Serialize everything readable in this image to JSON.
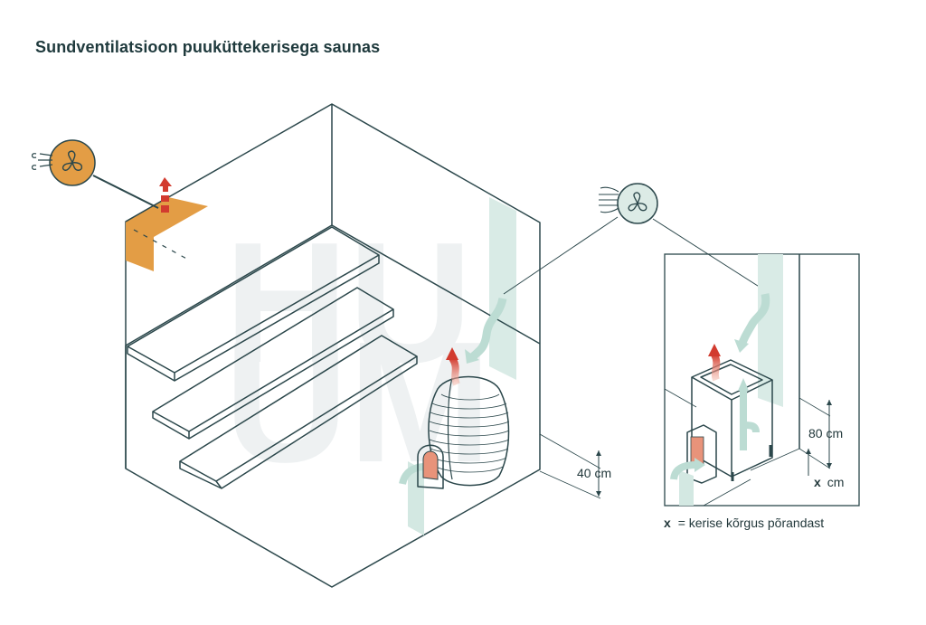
{
  "title": "Sundventilatsioon puuküttekerisega saunas",
  "watermark": "HUUM",
  "colors": {
    "line": "#2b474b",
    "exhaust_accent": "#e39d45",
    "hot_air": "#d23b2f",
    "fresh_air": "#d3e8e2",
    "fan_intake_fill": "#dcebe6",
    "firebox_glow": "#e8937a"
  },
  "left_scene": {
    "name": "wood-heated-sauna-room",
    "exhaust_fan": {
      "icon": "fan-icon",
      "role": "exhaust",
      "color_key": "exhaust_accent"
    },
    "intake_fan": {
      "icon": "fan-icon",
      "role": "supply"
    },
    "heater": {
      "type": "round-stone-wood-heater",
      "icon": "stove-icon"
    },
    "benches": 3,
    "dimension_label": "40 cm"
  },
  "right_scene": {
    "name": "box-wood-heater-detail",
    "heater": {
      "type": "box-wood-heater",
      "icon": "stove-icon"
    },
    "dimension_label_top": "80 cm",
    "dimension_label_bottom_var": "x",
    "dimension_label_bottom_unit": "cm",
    "legend_var": "x",
    "legend_text": "= kerise kõrgus põrandast"
  }
}
